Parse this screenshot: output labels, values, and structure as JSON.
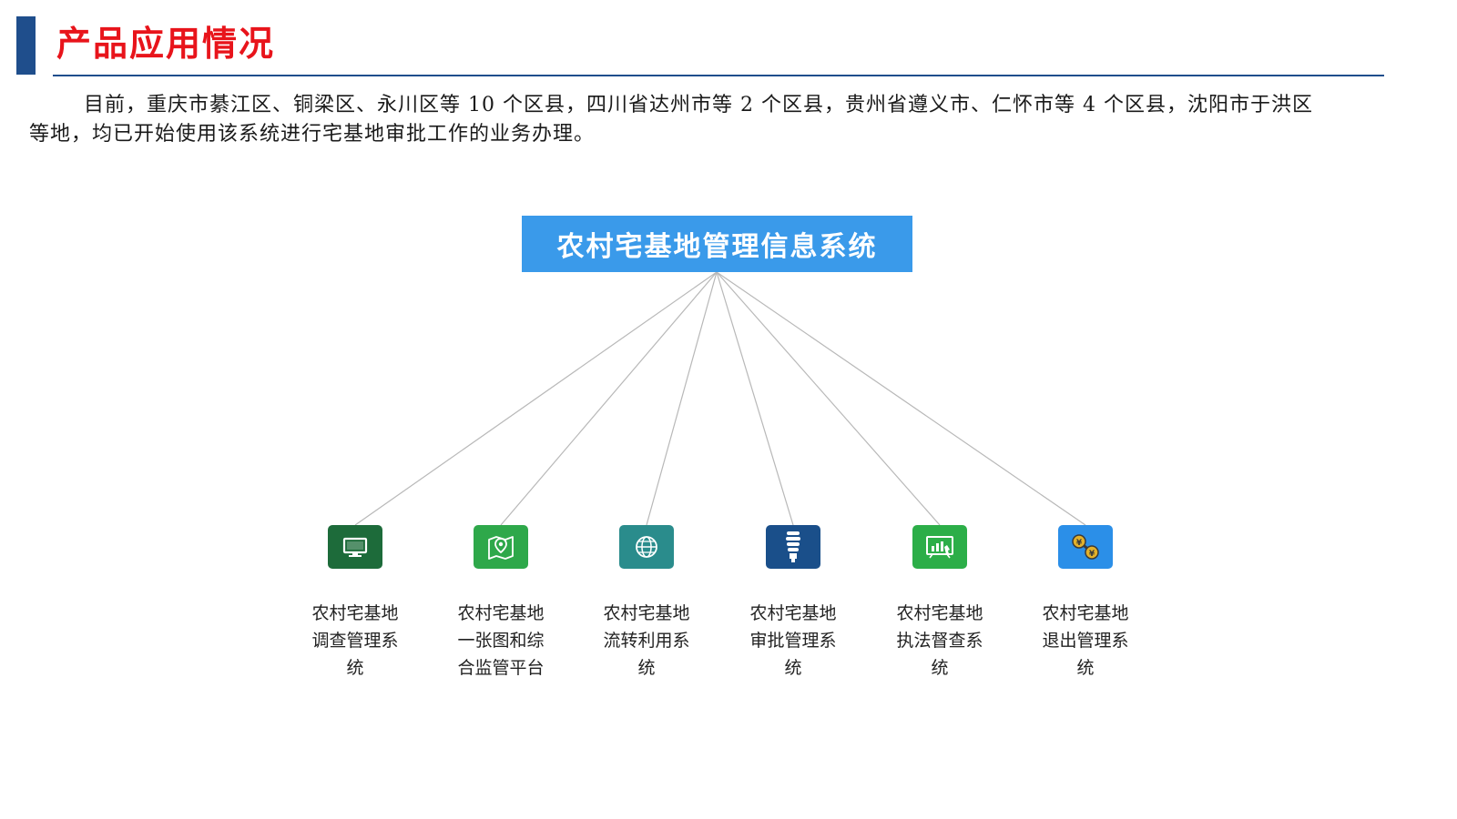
{
  "header": {
    "title": "产品应用情况"
  },
  "intro": {
    "text": "目前，重庆市綦江区、铜梁区、永川区等 10 个区县，四川省达州市等 2 个区县，贵州省遵义市、仁怀市等 4 个区县，沈阳市于洪区等地，均已开始使用该系统进行宅基地审批工作的业务办理。"
  },
  "diagram": {
    "root": {
      "label": "农村宅基地管理信息系统"
    },
    "nodes": [
      {
        "line1": "农村宅基地",
        "line2": "调查管理系",
        "line3": "统",
        "icon": "monitor-icon",
        "color": "#1d6b3a"
      },
      {
        "line1": "农村宅基地",
        "line2": "一张图和综",
        "line3": "合监管平台",
        "icon": "map-pin-icon",
        "color": "#2ea84a"
      },
      {
        "line1": "农村宅基地",
        "line2": "流转利用系",
        "line3": "统",
        "icon": "globe-icon",
        "color": "#2a8c8c"
      },
      {
        "line1": "农村宅基地",
        "line2": "审批管理系",
        "line3": "统",
        "icon": "bulb-icon",
        "color": "#1a4f8a"
      },
      {
        "line1": "农村宅基地",
        "line2": "执法督查系",
        "line3": "统",
        "icon": "chart-board-icon",
        "color": "#2cae48"
      },
      {
        "line1": "农村宅基地",
        "line2": "退出管理系",
        "line3": "统",
        "icon": "coins-icon",
        "color": "#2b8fe8"
      }
    ]
  }
}
